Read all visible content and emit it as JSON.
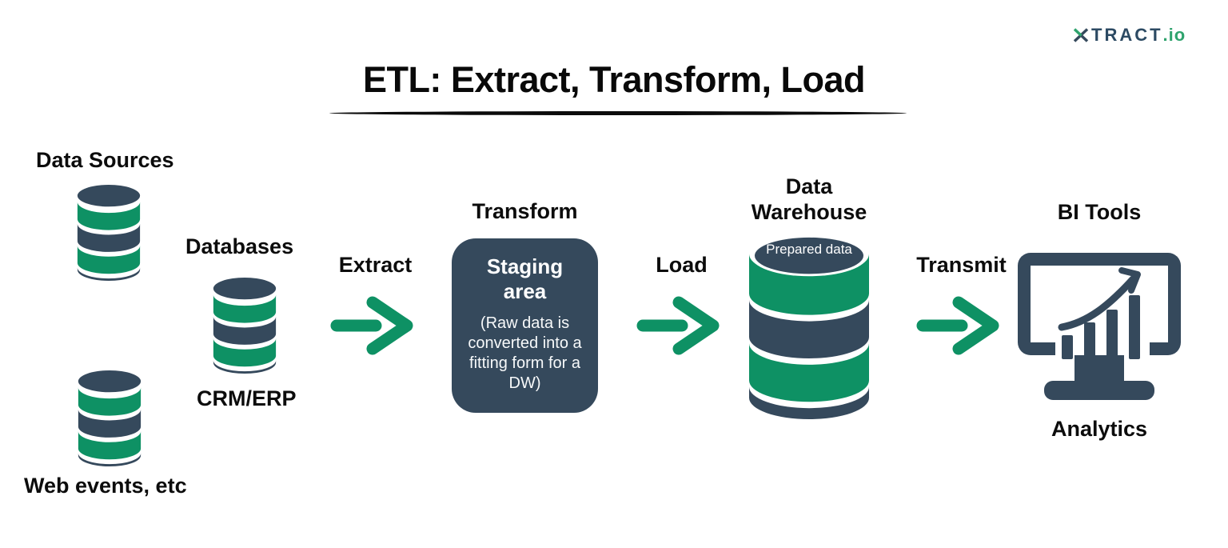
{
  "colors": {
    "green": "#0E9164",
    "navy": "#35495C",
    "ink": "#0c0c0c",
    "logo-navy": "#2C4A63",
    "logo-green": "#2FA36D"
  },
  "logo": {
    "full": "XTRACT.io",
    "tract": "TRACT",
    "suffix": ".io"
  },
  "title": {
    "text": "ETL: Extract, Transform, Load"
  },
  "sources": {
    "heading": "Data Sources",
    "databases_label": "Databases",
    "crm_label": "CRM/ERP",
    "web_label": "Web events, etc"
  },
  "steps": {
    "extract": "Extract",
    "load": "Load",
    "transmit": "Transmit"
  },
  "transform": {
    "label": "Transform",
    "box_title": "Staging area",
    "box_desc": "(Raw data is converted into a fitting form for a DW)"
  },
  "warehouse": {
    "label": "Data Warehouse",
    "cylinder_text": "Prepared data"
  },
  "bi": {
    "label": "BI Tools",
    "caption": "Analytics"
  }
}
